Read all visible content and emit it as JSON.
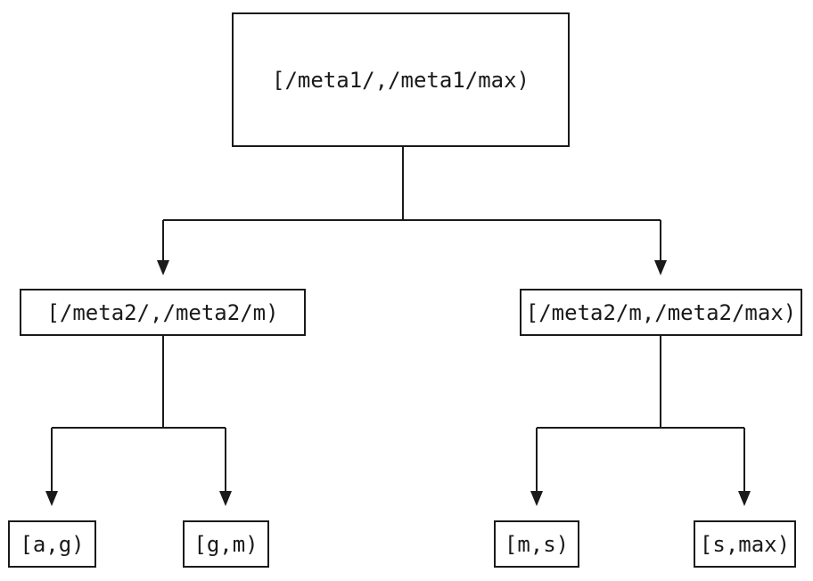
{
  "colors": {
    "background": "#ffffff",
    "stroke": "#1a1a1a",
    "text": "#1a1a1a"
  },
  "diagram": {
    "type": "tree",
    "levels": 3,
    "nodes": {
      "root": {
        "label": "[/meta1/,/meta1/max)"
      },
      "left": {
        "label": "[/meta2/,/meta2/m)"
      },
      "right": {
        "label": "[/meta2/m,/meta2/max)"
      },
      "leaf_ag": {
        "label": "[a,g)"
      },
      "leaf_gm": {
        "label": "[g,m)"
      },
      "leaf_ms": {
        "label": "[m,s)"
      },
      "leaf_smax": {
        "label": "[s,max)"
      }
    },
    "edges": [
      {
        "from": "root",
        "to": "left"
      },
      {
        "from": "root",
        "to": "right"
      },
      {
        "from": "left",
        "to": "leaf_ag"
      },
      {
        "from": "left",
        "to": "leaf_gm"
      },
      {
        "from": "right",
        "to": "leaf_ms"
      },
      {
        "from": "right",
        "to": "leaf_smax"
      }
    ]
  }
}
